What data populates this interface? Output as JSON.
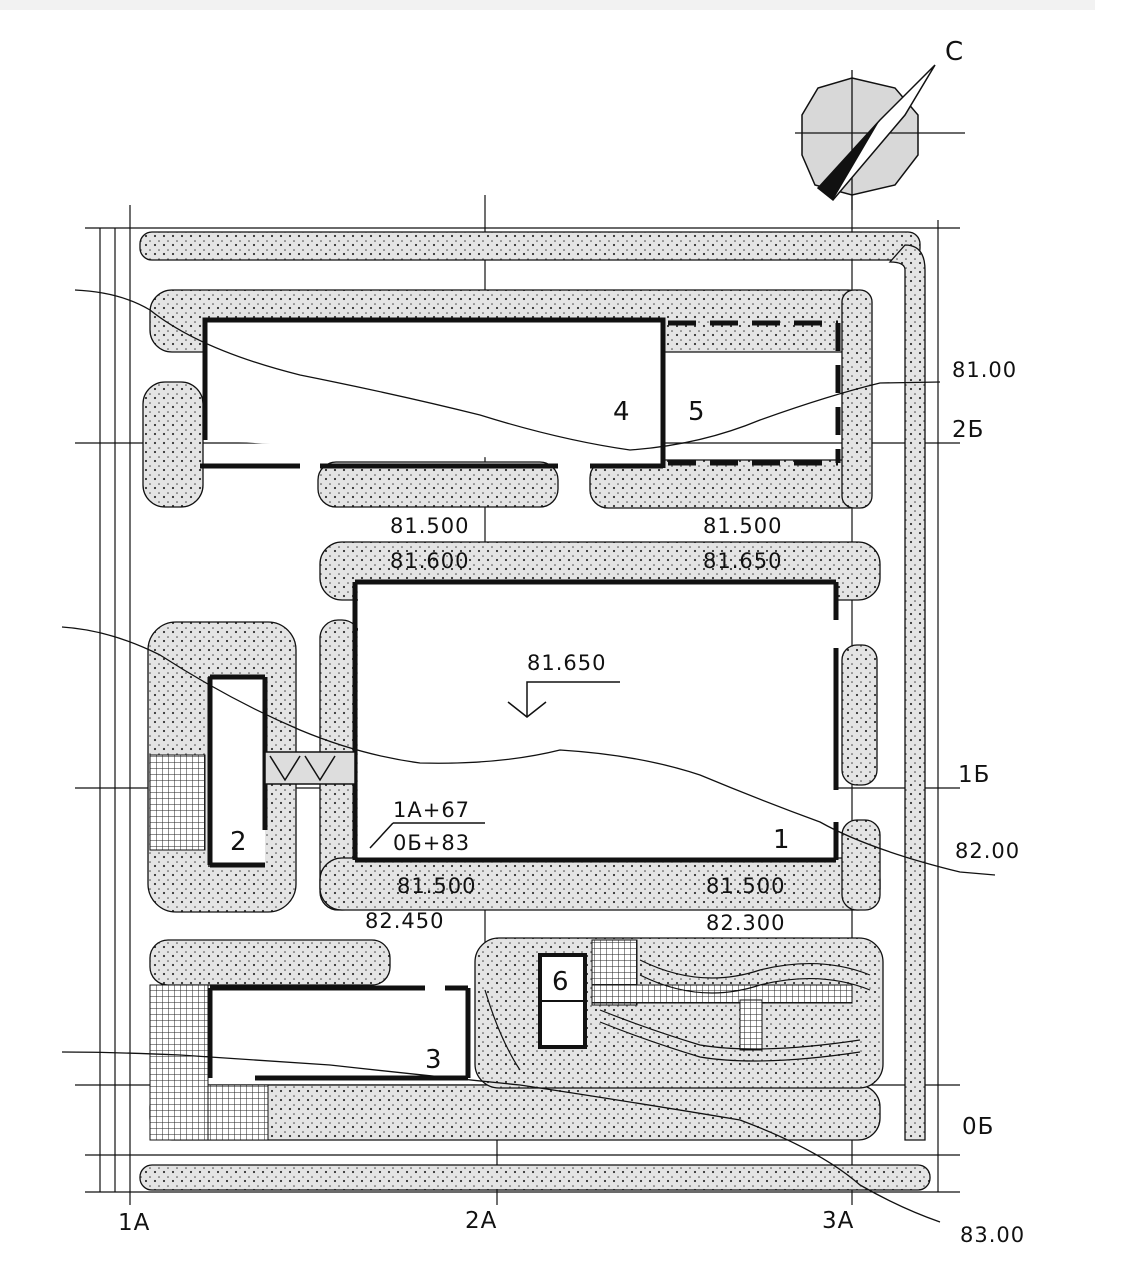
{
  "compass": {
    "label": "С"
  },
  "buildings": [
    {
      "id": "1",
      "label": "1"
    },
    {
      "id": "2",
      "label": "2"
    },
    {
      "id": "3",
      "label": "3"
    },
    {
      "id": "4",
      "label": "4"
    },
    {
      "id": "5",
      "label": "5"
    },
    {
      "id": "6",
      "label": "6"
    }
  ],
  "grid_axes": {
    "vertical": [
      "1А",
      "2А",
      "3А"
    ],
    "horizontal": [
      "2Б",
      "1Б",
      "0Б"
    ]
  },
  "contours": [
    "81.00",
    "82.00",
    "83.00"
  ],
  "elevations": {
    "upper_left": "81.500",
    "upper_right": "81.500",
    "top_left": "81.600",
    "top_right": "81.650",
    "center": "81.650",
    "bottom_left_inner": "81.500",
    "bottom_right_inner": "81.500",
    "bottom_left_outer": "82.450",
    "bottom_right_outer": "82.300"
  },
  "coordinates": {
    "line1": "1А+67",
    "line2": "0Б+83"
  },
  "colors": {
    "ink": "#111111",
    "hatch": "#d9d9d9"
  }
}
